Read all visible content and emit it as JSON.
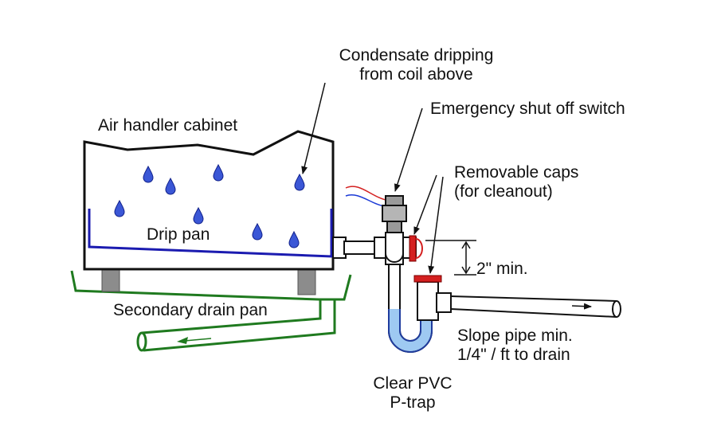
{
  "labels": {
    "condensate_line1": "Condensate dripping",
    "condensate_line2": "from coil above",
    "emergency_switch": "Emergency shut off switch",
    "removable_caps_line1": "Removable caps",
    "removable_caps_line2": "(for cleanout)",
    "air_handler": "Air handler cabinet",
    "drip_pan": "Drip pan",
    "secondary_pan": "Secondary drain pan",
    "two_inch_min": "2\" min.",
    "slope_line1": "Slope pipe min.",
    "slope_line2": "1/4\" / ft to drain",
    "ptrap_line1": "Clear PVC",
    "ptrap_line2": "P-trap"
  },
  "colors": {
    "outline": "#111111",
    "drops": "#3b57d6",
    "drip_pan": "#1b1bb0",
    "secondary_pan": "#1f7a1f",
    "caps": "#d42020",
    "water": "#9ec9f2",
    "trap_outline": "#1f3c9e",
    "feet": "#8c8c8c"
  }
}
